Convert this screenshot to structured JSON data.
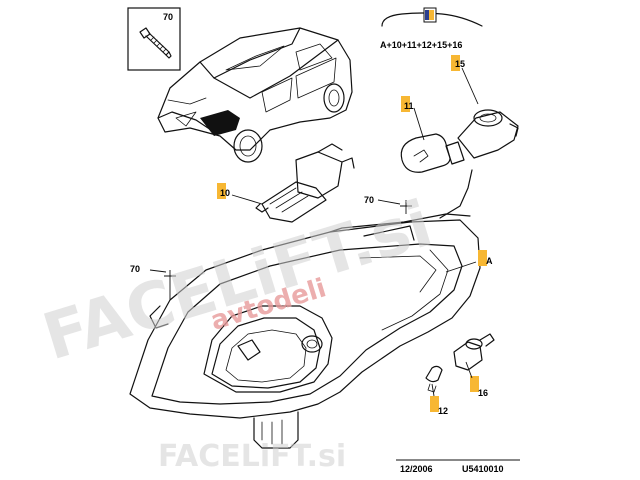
{
  "accent_color": "#f7b733",
  "callouts": {
    "c70_box": "70",
    "c10": "10",
    "c11": "11",
    "c15": "15",
    "c12": "12",
    "c16": "16",
    "c70_top": "70",
    "c70_left": "70",
    "cA": "A"
  },
  "kit_formula": "A+10+11+12+15+16",
  "footer": {
    "date": "12/2006",
    "code": "U5410010"
  },
  "watermarks": {
    "main": "FACELiFT.si",
    "sub": "avtodeli",
    "bottom": "FACELiFT.si"
  },
  "icons": [
    "screw-icon",
    "headlamp-kit-icon",
    "car-illustration",
    "headlamp-assembly",
    "h4-bulb",
    "side-bulb",
    "bulb-socket",
    "wedge-bulb"
  ]
}
